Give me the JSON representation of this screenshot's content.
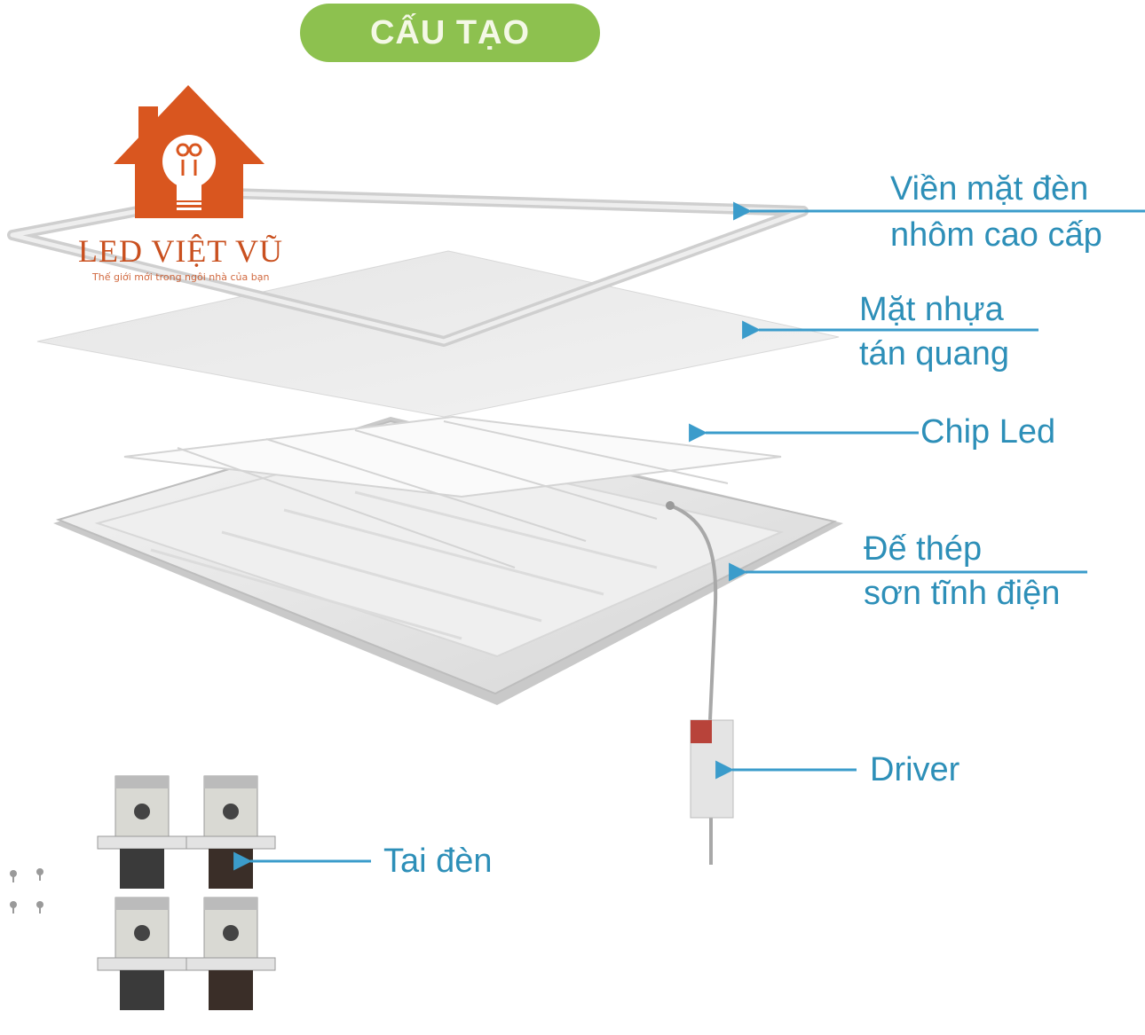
{
  "title": "CẤU TẠO",
  "logo": {
    "name": "LED VIỆT VŨ",
    "tagline": "Thế giới mới trong ngôi nhà của bạn",
    "icon": "house-bulb-icon",
    "color": "#c9501f"
  },
  "colors": {
    "title_bg": "#8dc14f",
    "label_text": "#2d8fb8",
    "arrow": "#3b9ccb"
  },
  "components": [
    {
      "id": "frame",
      "line1": "Viền mặt đèn",
      "line2": "nhôm cao cấp"
    },
    {
      "id": "diffuser",
      "line1": "Mặt nhựa",
      "line2": "tán quang"
    },
    {
      "id": "chip",
      "line1": "Chip Led"
    },
    {
      "id": "base",
      "line1": "Đế thép",
      "line2": "sơn tĩnh điện"
    },
    {
      "id": "driver",
      "line1": "Driver"
    },
    {
      "id": "clips",
      "line1": "Tai đèn"
    }
  ]
}
